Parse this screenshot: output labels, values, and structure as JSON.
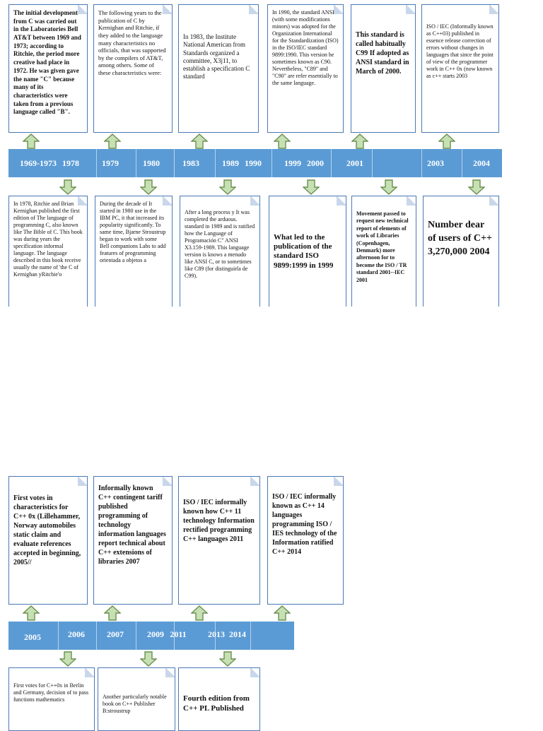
{
  "top_cards": [
    {
      "text": "The initial development from C was carried out in the Laboratories Bell AT&T between 1969 and 1973; according to Ritchie, the period more creative had place in 1972. He was given gave the name \"C\" because many of its characteristics were taken from a previous language called \"B\"."
    },
    {
      "text": "The following years to the publication of C by Kernighan and Ritchie, if they added to the language many characteristics no officials, that was supported by the compilers of AT&T, among others. Some of these characteristics were:"
    },
    {
      "text": "In 1983, the Institute National American from Standards organized a committee, X3j11, to establish a specification C standard"
    },
    {
      "text": "In 1990, the standard ANSI (with some modifications minors) was adopted for the Organization International for the Standardization (ISO) in the ISO/IEC standard 9899:1990. This version he sometimes known as C90. Nevertheless, \"C89\" and \"C90\" are refer essentially to the same language."
    },
    {
      "text": "This standard is called habitually C99 If adopted as ANSI standard in March of 2000."
    },
    {
      "text": "ISO / IEC (Informally known as C++03) published in essence release correction of errors without changes in languages that since the point of view of the programmer work in C++ 0x (now known as c++ starts 2003"
    }
  ],
  "bar1_years": [
    "1969-1973",
    "1978",
    "1979",
    "1980",
    "1983",
    "1989",
    "1990",
    "1999",
    "2000",
    "2001",
    "2003",
    "2004"
  ],
  "bottom_cards": [
    {
      "text": "In 1978, Ritchie and Brian Kernighan published the first edition of The language of programming C, also known like The Bible of C. This book was during years the specification informal language. The language described in this book receive usually the name of 'the C of Kernighan yRitchie'o"
    },
    {
      "text": "During the decade of It started in 1980 use in the IBM PC, it that increased its popularity significantly. To same time, Bjarne Stroustrup began to work with some Bell companions Labs to add features of programming orientada a objetos a"
    },
    {
      "text": "After a long process y It was completed the arduous. standard in 1989 and is ratified how the Language of Programación C\" ANSI X3.159-1989. This language version is knows a menudo like ANSI C, or to sometimes like C89 (for distinguirla de C99)."
    },
    {
      "text": "What led to the publication of the standard ISO 9899:1999 in 1999"
    },
    {
      "text": "Movement passed to request new technical report of elements of work of Libraries (Copenhagen, Denmark) more afternoon for to become the ISO / TR standard 2001--IEC 2001"
    },
    {
      "text": "Number dear of users of C++ 3,270,000 2004"
    }
  ],
  "top_cards_2": [
    {
      "text": "First votes in characteristics for C++ 0x (Lillehammer, Norway automobiles static claim and evaluate references accepted in beginning, 2005//"
    },
    {
      "text": "Informally known C++ contingent tariff published programming of technology information languages report technical about C++ extensions of libraries 2007"
    },
    {
      "text": "ISO / IEC informally known how C++ 11 technology Information rectified programming C++ languages 2011"
    },
    {
      "text": "ISO / IEC informally known as C++ 14 languages programming ISO / IES technology of the Information ratified C++ 2014"
    }
  ],
  "bar2_years": [
    "2005",
    "2006",
    "2007",
    "2009",
    "2011",
    "2013",
    "2014"
  ],
  "bottom_cards_2": [
    {
      "text": "First votes for C++0x in Berlin and Germany, decision of to pass functions mathematics"
    },
    {
      "text": "Another particularly notable book on C++ Publisher B:stroustrup"
    },
    {
      "text": "Fourth edition from C++ PL Published"
    }
  ],
  "colors": {
    "bar": "#5b9bd5",
    "arrow_fill": "#c6e0b4",
    "arrow_stroke": "#6a8f4e",
    "card_border": "#4a78b5"
  }
}
